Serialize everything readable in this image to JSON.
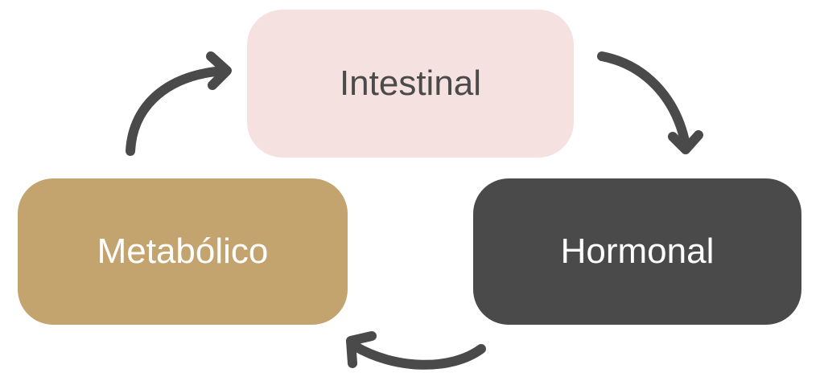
{
  "nodes": {
    "intestinal": "Intestinal",
    "metabolico": "Metabólico",
    "hormonal": "Hormonal"
  },
  "colors": {
    "intestinal": "#f6e1e1",
    "metabolico": "#c3a46f",
    "hormonal": "#4a4a4a",
    "arrow": "#4a4a4a"
  }
}
